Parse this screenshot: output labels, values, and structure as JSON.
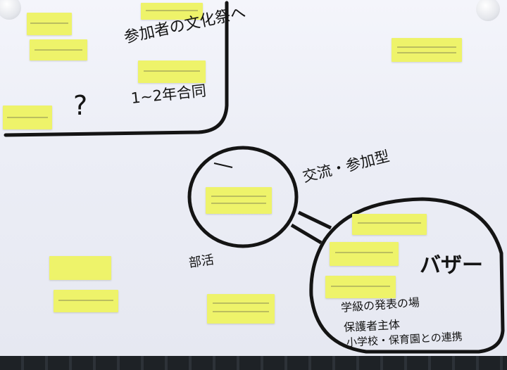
{
  "labels": {
    "participant_culture": "参加者の文化祭へ",
    "twice_yearly": "1~2年合同",
    "question_mark": "?",
    "exchange_type": "交流・参加型",
    "bazaar": "バザー",
    "fundraising_line1": "学級の発表の場",
    "fundraising_line2": "保護者主体",
    "fundraising_line3": "小学校・保育園との連携",
    "bottom_left_small": "部活"
  },
  "colors": {
    "sticky_note": "#eef36a",
    "ink": "#141414",
    "whiteboard": "#eceef6"
  }
}
